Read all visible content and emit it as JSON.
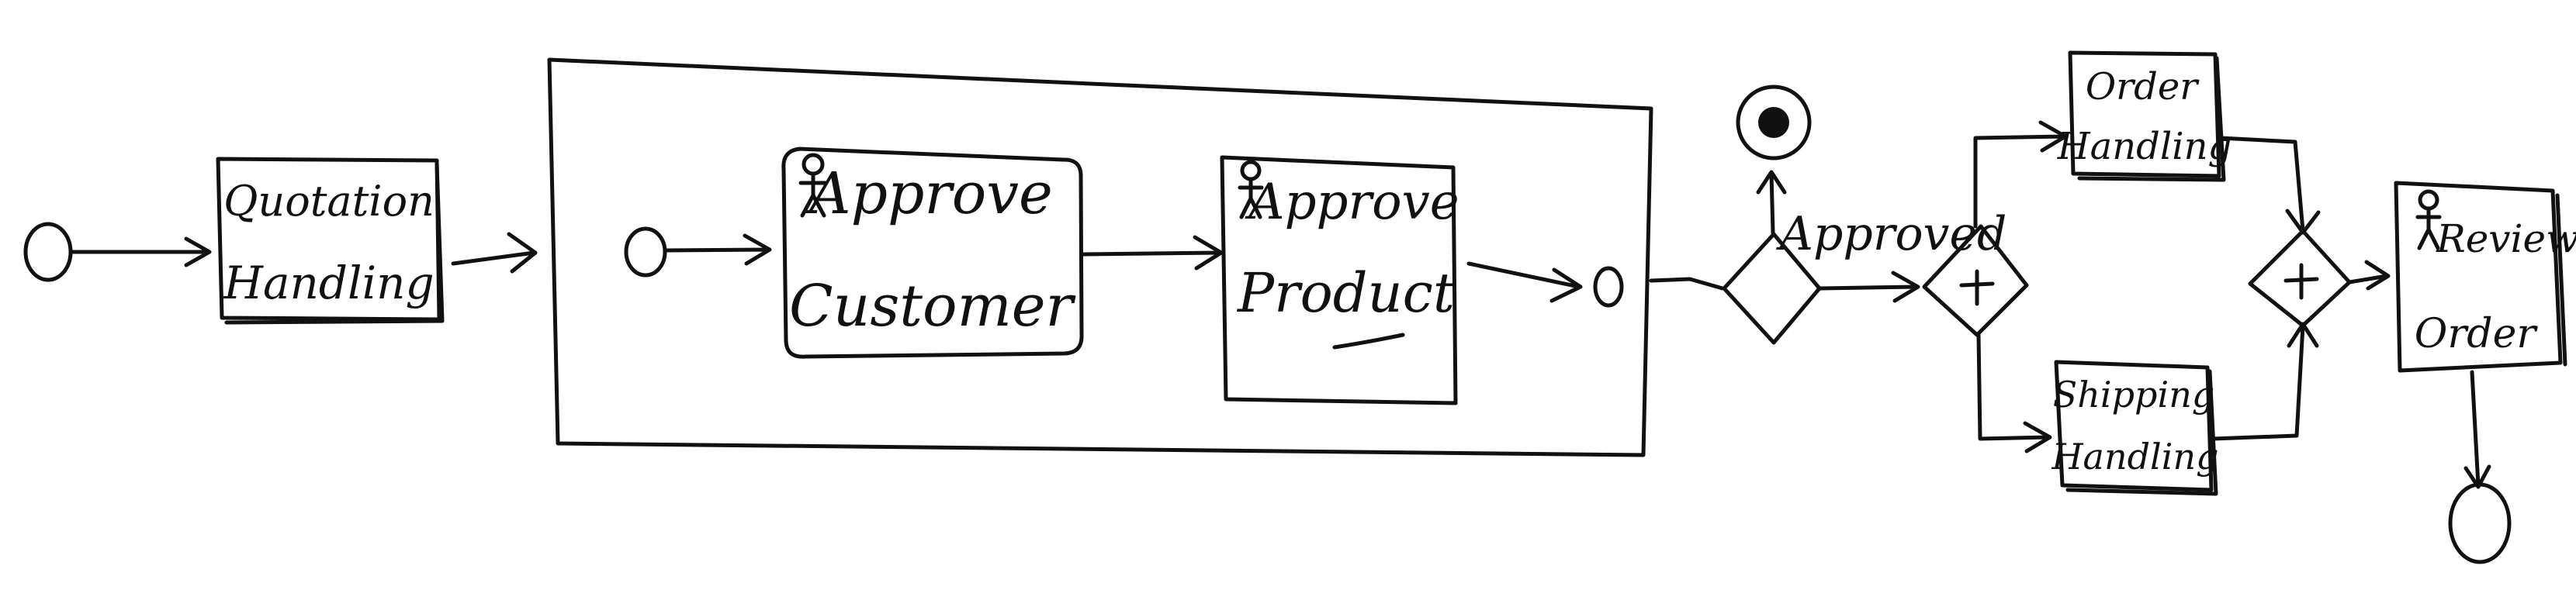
{
  "diagram": {
    "kind": "BPMN process sketch (hand-drawn)",
    "ink_color": "#111111",
    "background": "#ffffff",
    "tasks": {
      "quotation": {
        "line1": "Quotation",
        "line2": "Handling"
      },
      "approve_customer": {
        "line1": "Approve",
        "line2": "Customer",
        "icon": "user-icon"
      },
      "approve_product": {
        "line1": "Approve",
        "line2": "Product",
        "icon": "user-icon"
      },
      "order_handling": {
        "line1": "Order",
        "line2": "Handling"
      },
      "shipping_handling": {
        "line1": "Shipping",
        "line2": "Handling"
      },
      "review_order": {
        "line1": "Review",
        "line2": "Order",
        "icon": "user-icon"
      }
    },
    "gateways": {
      "approval_gateway": {
        "type": "exclusive"
      },
      "parallel_split": {
        "type": "parallel",
        "symbol": "+"
      },
      "parallel_join": {
        "type": "parallel",
        "symbol": "+"
      }
    },
    "labels": {
      "approved": "Approved"
    },
    "events": [
      "start",
      "subprocess-start",
      "subprocess-end",
      "terminate-end",
      "end"
    ]
  }
}
